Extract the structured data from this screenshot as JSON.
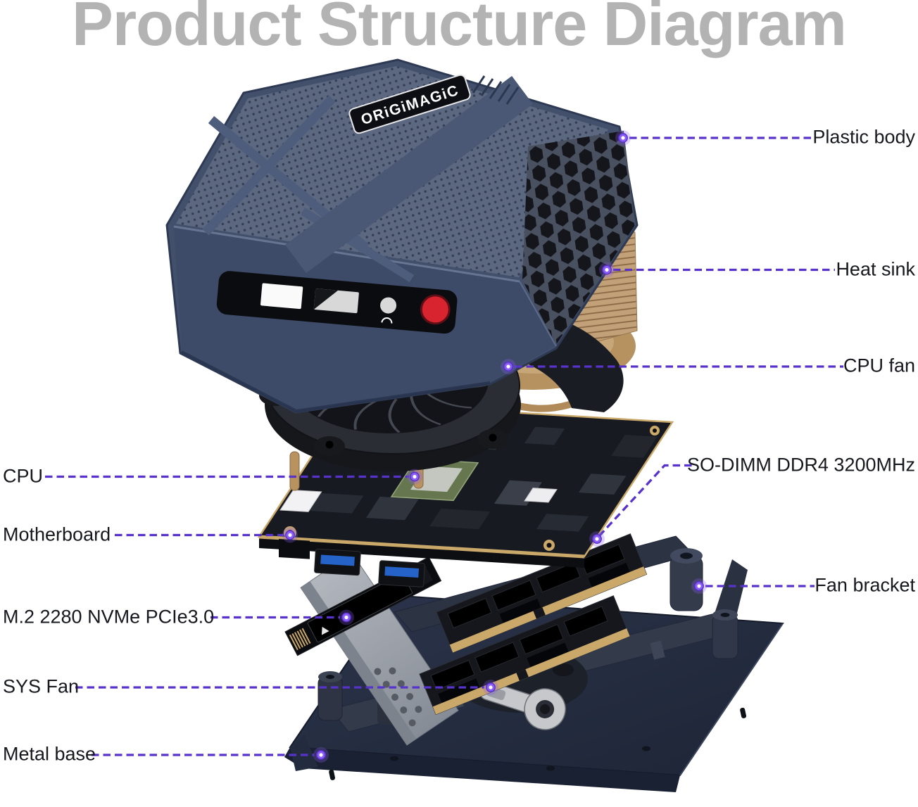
{
  "title": "Product Structure Diagram",
  "device": {
    "brand_logo": "ORiGiMAGiC"
  },
  "callouts": {
    "left": [
      {
        "id": "cpu",
        "text": "CPU"
      },
      {
        "id": "motherboard",
        "text": "Motherboard"
      },
      {
        "id": "m2-ssd",
        "text": "M.2 2280 NVMe PCIe3.0"
      },
      {
        "id": "sys-fan",
        "text": "SYS Fan"
      },
      {
        "id": "metal-base",
        "text": "Metal base"
      }
    ],
    "right": [
      {
        "id": "plastic-body",
        "text": "Plastic body"
      },
      {
        "id": "heat-sink",
        "text": "Heat sink"
      },
      {
        "id": "cpu-fan",
        "text": "CPU fan"
      },
      {
        "id": "so-dimm",
        "text": "SO-DIMM DDR4 3200MHz"
      },
      {
        "id": "fan-bracket",
        "text": "Fan bracket"
      }
    ]
  },
  "colors": {
    "accent": "#5733cb",
    "glow": "#8b5cf6",
    "titleGray": "#b3b3b3",
    "ink": "#16181d",
    "bodyNavy": "#42506c",
    "gold": "#c2a078",
    "red": "#d8242f",
    "baseNavy": "#262e44"
  }
}
